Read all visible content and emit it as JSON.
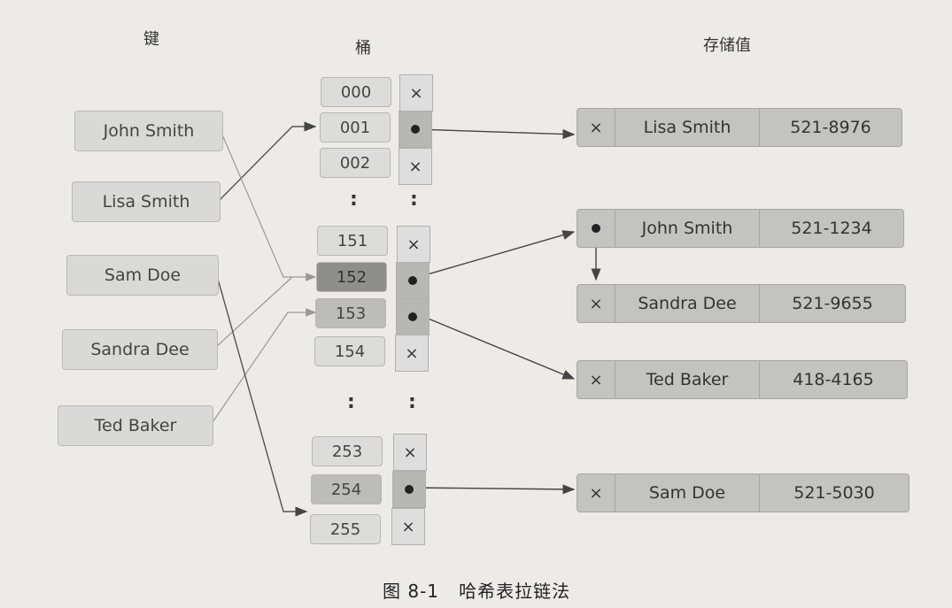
{
  "headers": {
    "keys": "键",
    "buckets": "桶",
    "values": "存储值"
  },
  "keys": [
    "John Smith",
    "Lisa Smith",
    "Sam Doe",
    "Sandra Dee",
    "Ted Baker"
  ],
  "buckets": [
    "000",
    "001",
    "002",
    "151",
    "152",
    "153",
    "154",
    "253",
    "254",
    "255"
  ],
  "ellipsis": ":",
  "null_mark": "×",
  "entries": [
    {
      "name": "Lisa Smith",
      "value": "521-8976"
    },
    {
      "name": "John Smith",
      "value": "521-1234"
    },
    {
      "name": "Sandra Dee",
      "value": "521-9655"
    },
    {
      "name": "Ted Baker",
      "value": "418-4165"
    },
    {
      "name": "Sam Doe",
      "value": "521-5030"
    }
  ],
  "caption": "图 8-1   哈希表拉链法"
}
